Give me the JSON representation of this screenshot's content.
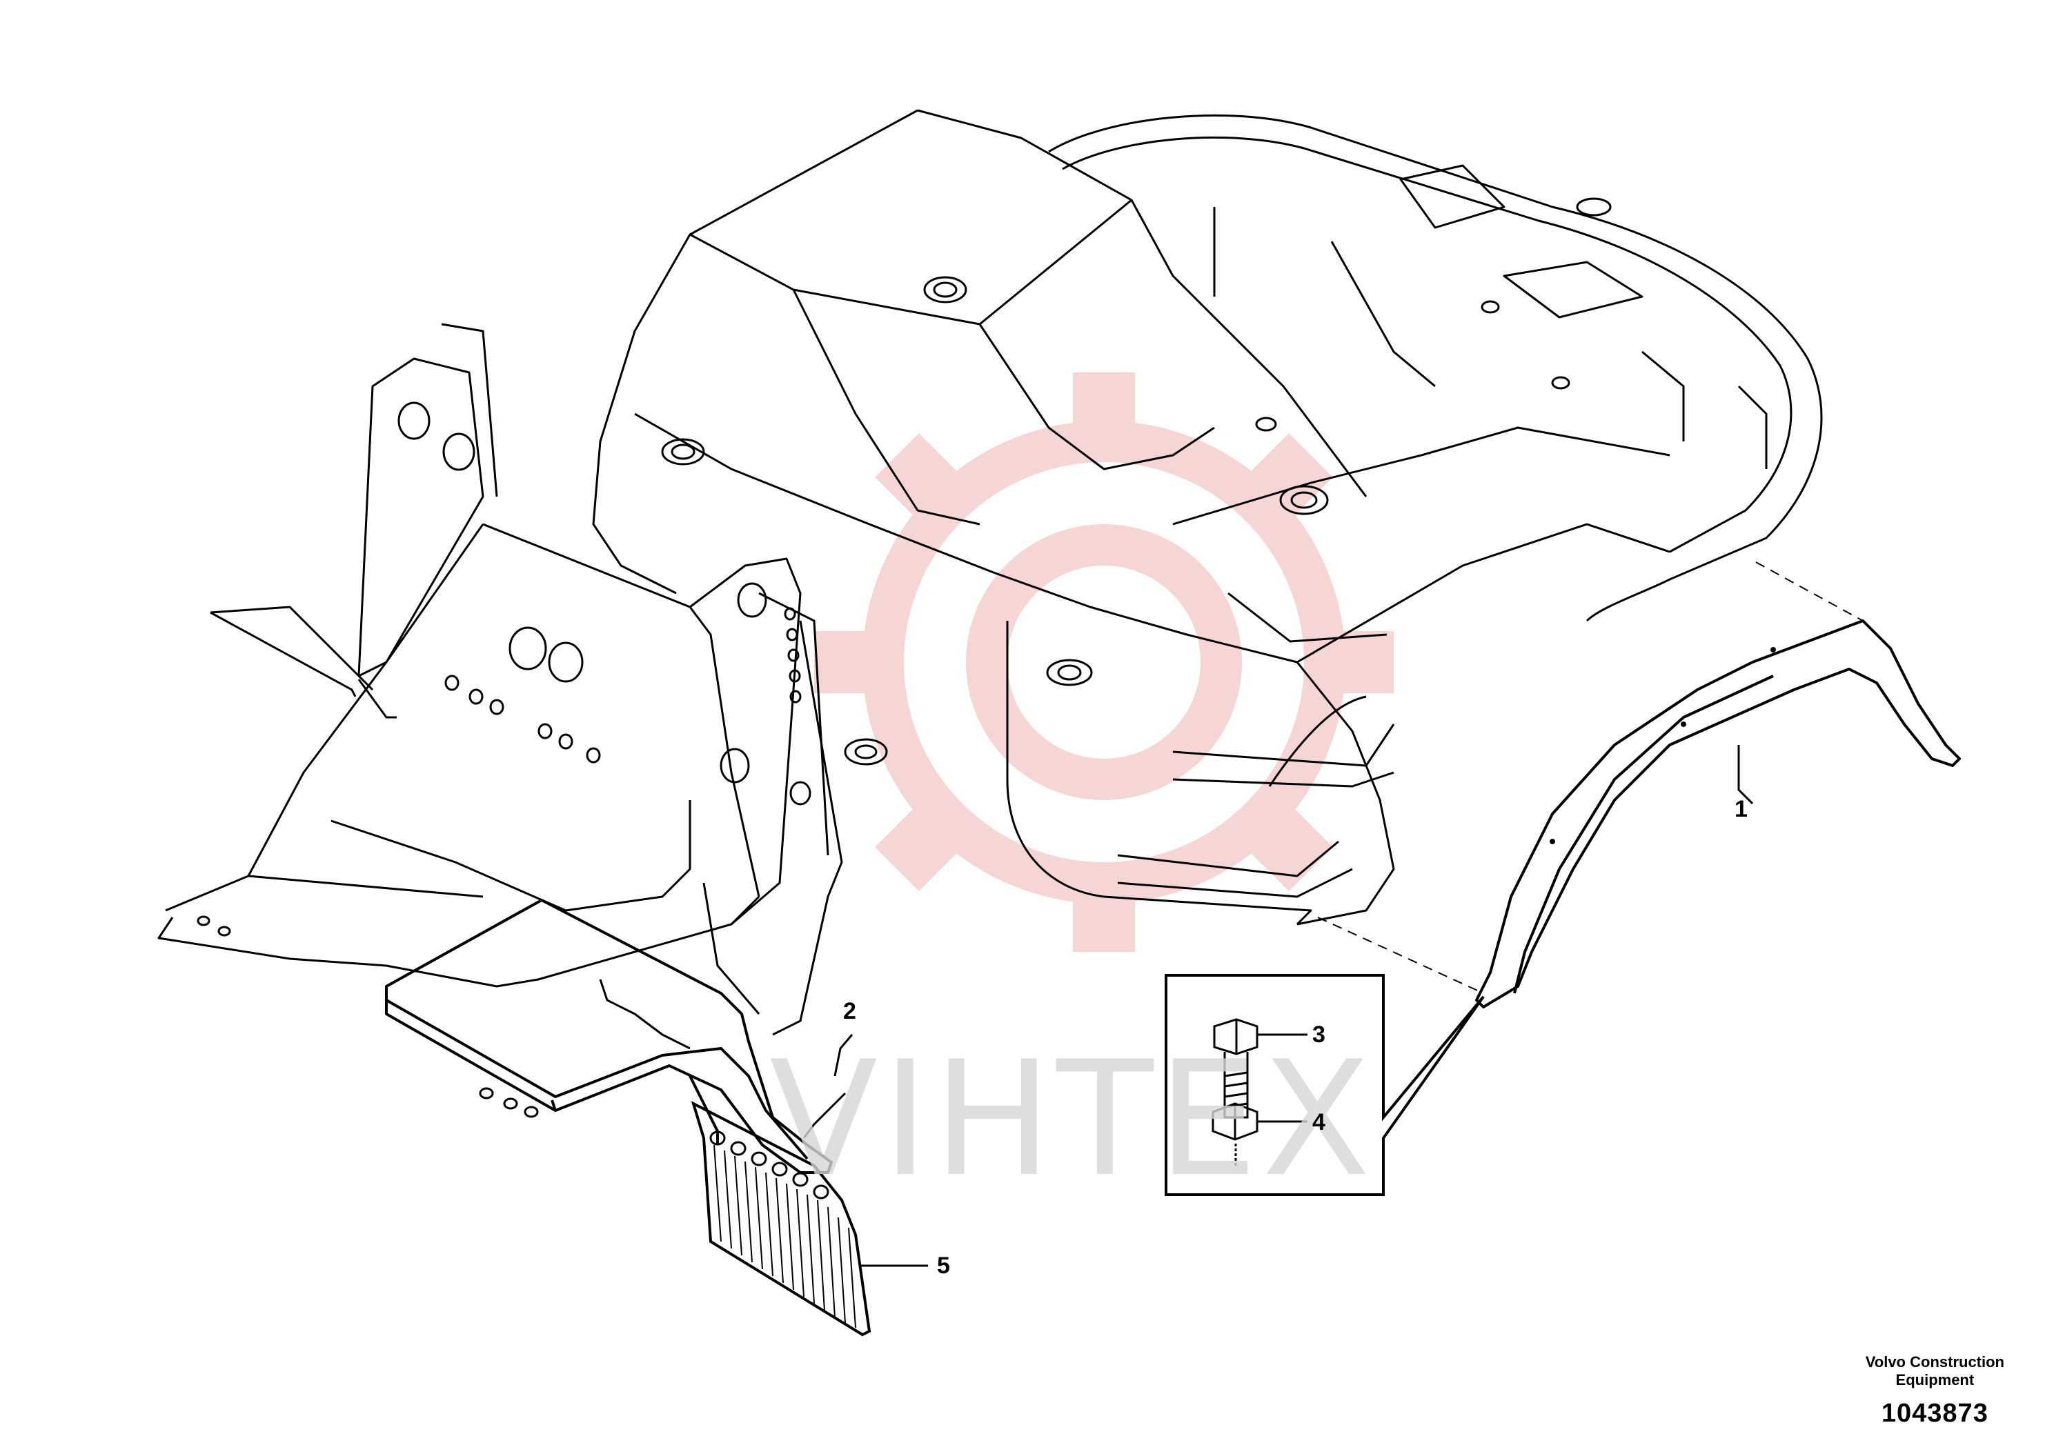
{
  "diagram": {
    "callouts": [
      {
        "id": "1",
        "label": "1"
      },
      {
        "id": "2",
        "label": "2"
      },
      {
        "id": "3",
        "label": "3"
      },
      {
        "id": "4",
        "label": "4"
      },
      {
        "id": "5",
        "label": "5"
      }
    ],
    "watermark_text": "VIHTEX",
    "watermark_color": "#f2c4c4",
    "brand": {
      "line1": "Volvo Construction",
      "line2": "Equipment",
      "drawing_number": "1043873"
    },
    "line_color": "#000000",
    "background": "#ffffff"
  }
}
